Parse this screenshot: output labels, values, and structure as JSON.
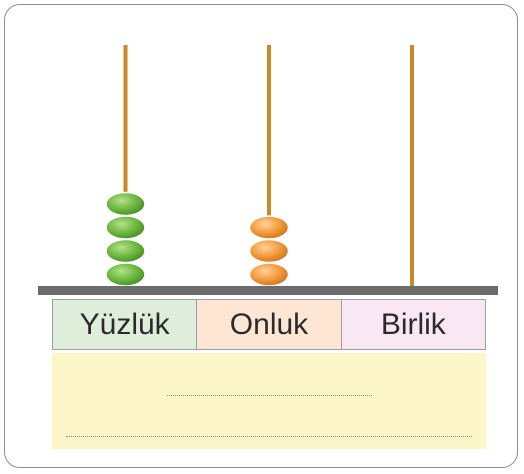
{
  "abacus": {
    "columns": [
      {
        "label": "Yüzlük",
        "beads": 4,
        "bead_color": "#67b43a",
        "cell_bg": "#dfeedb"
      },
      {
        "label": "Onluk",
        "beads": 3,
        "bead_color": "#f19a3e",
        "cell_bg": "#fde6d4"
      },
      {
        "label": "Birlik",
        "beads": 0,
        "bead_color": "#d8a44a",
        "cell_bg": "#f9e8f4"
      }
    ],
    "rod_color": "#c88a28",
    "base_color": "#6b6b6b"
  },
  "answer_area": {
    "bg": "#fdf6c8",
    "lines": 2
  }
}
